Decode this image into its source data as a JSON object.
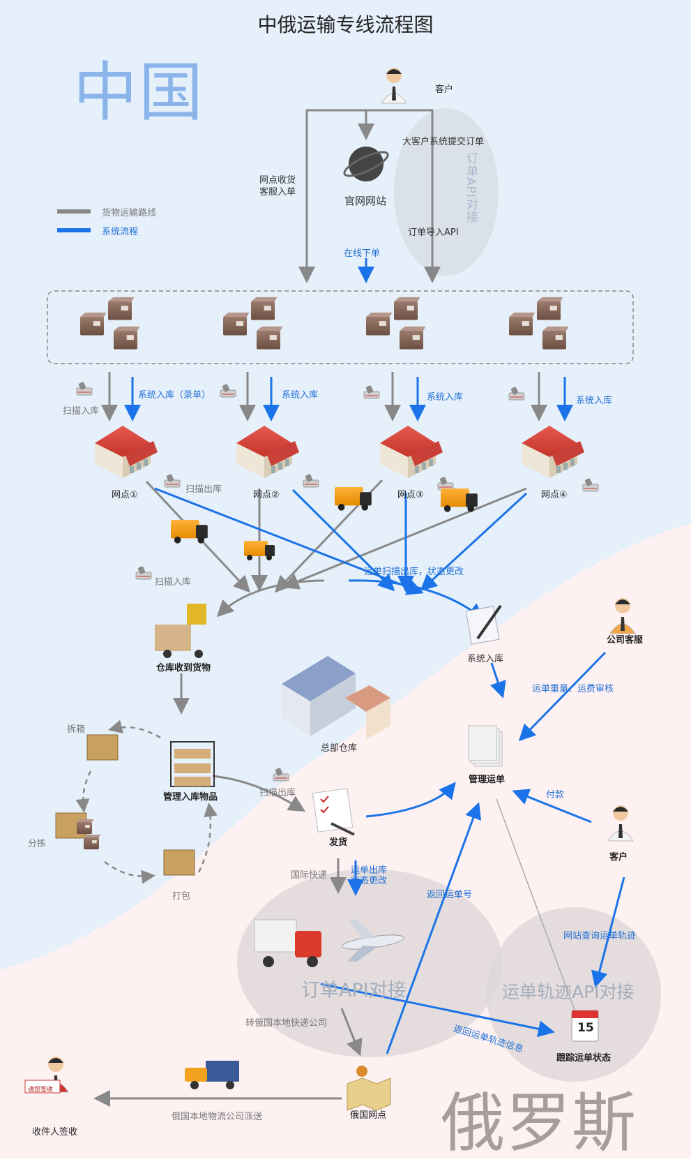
{
  "title": "中俄运输专线流程图",
  "regions": {
    "china": "中国",
    "russia": "俄罗斯"
  },
  "legend": {
    "cargo_route": "货物运输路线",
    "system_flow": "系统流程"
  },
  "colors": {
    "cargo_route": "#888888",
    "system_flow": "#1a73e8",
    "china_bg": "#e6f0fb",
    "russia_bg": "#fdf1f2"
  },
  "top": {
    "customer": "客户",
    "website": "官网网站",
    "big_customer": "大客户系统提交订单",
    "order_api": "订单导入API",
    "order_api_vertical": "订单API对接",
    "counter": "网点收货\n客服入单",
    "online_order": "在线下单"
  },
  "stations": {
    "inbound_1": "系统入库（录单）",
    "inbound": "系统入库",
    "scan_in": "扫描入库",
    "scan_out": "扫描出库",
    "names": [
      "网点①",
      "网点②",
      "网点③",
      "网点④"
    ]
  },
  "middle": {
    "waybill_scan": "运单扫描出库，状态更改",
    "scan_in_2": "扫描入库",
    "warehouse_receive": "仓库收到货物",
    "system_inbound": "系统入库",
    "hq_warehouse": "总部仓库",
    "company_service": "公司客服",
    "weight_check": "运单重量、运费审核",
    "manage_waybill": "管理运单",
    "payment": "付款",
    "customer": "客户",
    "manage_goods": "管理入库物品",
    "unpack": "拆箱",
    "sort": "分拣",
    "pack": "打包",
    "scan_out_2": "扫描出库",
    "ship": "发货"
  },
  "bottom": {
    "intl_express": "国际快递",
    "status_change": "运单出库\n状态更改",
    "return_waybill": "返回运单号",
    "website_query": "网站查询运单轨迹",
    "order_api_big": "订单API对接",
    "track_api_big": "运单轨迹API对接",
    "transfer": "转俄国本地快递公司",
    "return_track": "返回运单轨迹信息",
    "track_status": "跟踪运单状态",
    "russia_point": "俄国网点",
    "local_delivery": "俄国本地物流公司派送",
    "receiver": "收件人签收",
    "sign_card": "请您签收",
    "calendar_day": "15"
  }
}
